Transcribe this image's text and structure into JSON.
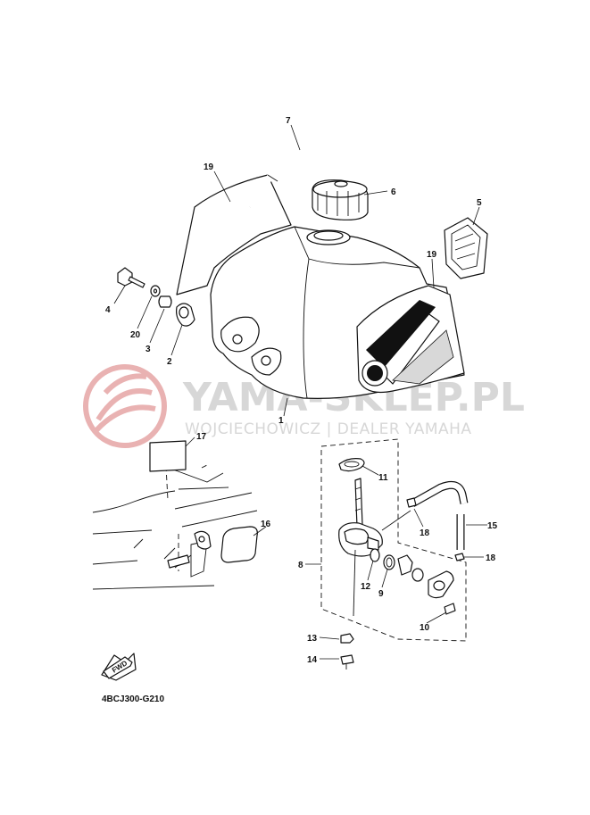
{
  "watermark": {
    "title": "YAMA-SKLEP.PL",
    "subtitle": "WOJCIECHOWICZ | DEALER YAMAHA"
  },
  "diagram_code": "4BCJ300-G210",
  "fwd_label": "FWD",
  "callouts": {
    "c1": "1",
    "c2": "2",
    "c3": "3",
    "c4": "4",
    "c5": "5",
    "c6": "6",
    "c7": "7",
    "c8": "8",
    "c9": "9",
    "c10": "10",
    "c11": "11",
    "c12": "12",
    "c13": "13",
    "c14": "14",
    "c15": "15",
    "c16": "16",
    "c17": "17",
    "c18a": "18",
    "c18b": "18",
    "c19a": "19",
    "c19b": "19",
    "c20": "20"
  },
  "colors": {
    "line": "#111111",
    "watermark": "#d7d7d7",
    "logo": "#e9b2b2"
  }
}
